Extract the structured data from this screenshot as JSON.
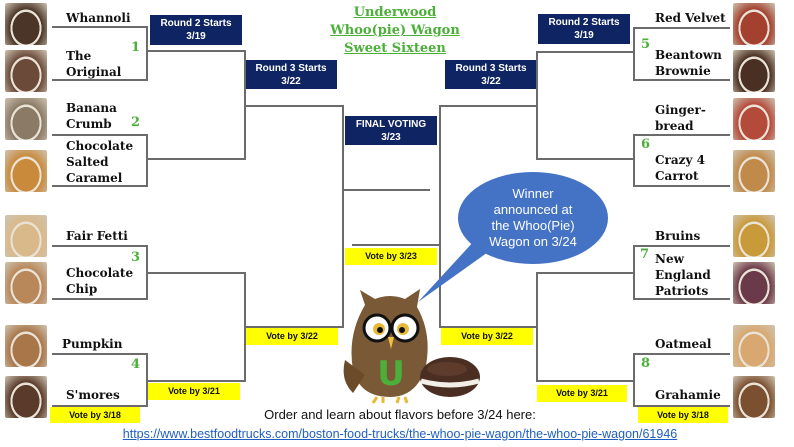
{
  "title": [
    "Underwood",
    "Whoo(pie) Wagon",
    "Sweet Sixteen"
  ],
  "headers": {
    "round2_left": [
      "Round 2 Starts",
      "3/19"
    ],
    "round3_left": [
      "Round 3 Starts",
      "3/22"
    ],
    "final": [
      "FINAL VOTING",
      "3/23"
    ],
    "round3_right": [
      "Round 3 Starts",
      "3/22"
    ],
    "round2_right": [
      "Round 2 Starts",
      "3/19"
    ]
  },
  "vote_labels": {
    "round1_left": "Vote by 3/18",
    "round2_left": "Vote by 3/21",
    "round3_left": "Vote by 3/22",
    "final": "Vote by 3/23",
    "round3_right": "Vote by 3/22",
    "round2_right": "Vote by 3/21",
    "round1_right": "Vote by 3/18"
  },
  "left_matchups": [
    {
      "seed": "1",
      "top": [
        "Whannoli"
      ],
      "bottom": [
        "The",
        "Original"
      ],
      "colors": [
        "#4a3526",
        "#6b4a3a"
      ]
    },
    {
      "seed": "2",
      "top": [
        "Banana",
        "Crumb"
      ],
      "bottom": [
        "Chocolate",
        "Salted",
        "Caramel"
      ],
      "colors": [
        "#8a7a66",
        "#c98a3c"
      ]
    },
    {
      "seed": "3",
      "top": [
        "Fair Fetti"
      ],
      "bottom": [
        "Chocolate",
        "Chip"
      ],
      "colors": [
        "#d9b98a",
        "#b8875a"
      ]
    },
    {
      "seed": "4",
      "top": [
        "Pumpkin"
      ],
      "bottom": [
        "S'mores"
      ],
      "colors": [
        "#a9764a",
        "#5a3a2a"
      ]
    }
  ],
  "right_matchups": [
    {
      "seed": "5",
      "top": [
        "Red Velvet"
      ],
      "bottom": [
        "Beantown",
        "Brownie"
      ],
      "colors": [
        "#a3402e",
        "#4a3022"
      ]
    },
    {
      "seed": "6",
      "top": [
        "Ginger-",
        "bread"
      ],
      "bottom": [
        "Crazy 4",
        "Carrot"
      ],
      "colors": [
        "#b44a3a",
        "#c08a4a"
      ]
    },
    {
      "seed": "7",
      "top": [
        "Bruins"
      ],
      "bottom": [
        "New",
        "England",
        "Patriots"
      ],
      "colors": [
        "#c99a3a",
        "#6b3a4a"
      ]
    },
    {
      "seed": "8",
      "top": [
        "Oatmeal"
      ],
      "bottom": [
        "Grahamie"
      ],
      "colors": [
        "#d8a870",
        "#7a5030"
      ]
    }
  ],
  "bubble": [
    "Winner",
    "announced at",
    "the Whoo(Pie)",
    "Wagon on 3/24"
  ],
  "mascot_letter": "U",
  "footer": {
    "text": "Order and learn about flavors before 3/24  here:",
    "link": "https://www.bestfoodtrucks.com/boston-food-trucks/the-whoo-pie-wagon/the-whoo-pie-wagon/61946"
  }
}
